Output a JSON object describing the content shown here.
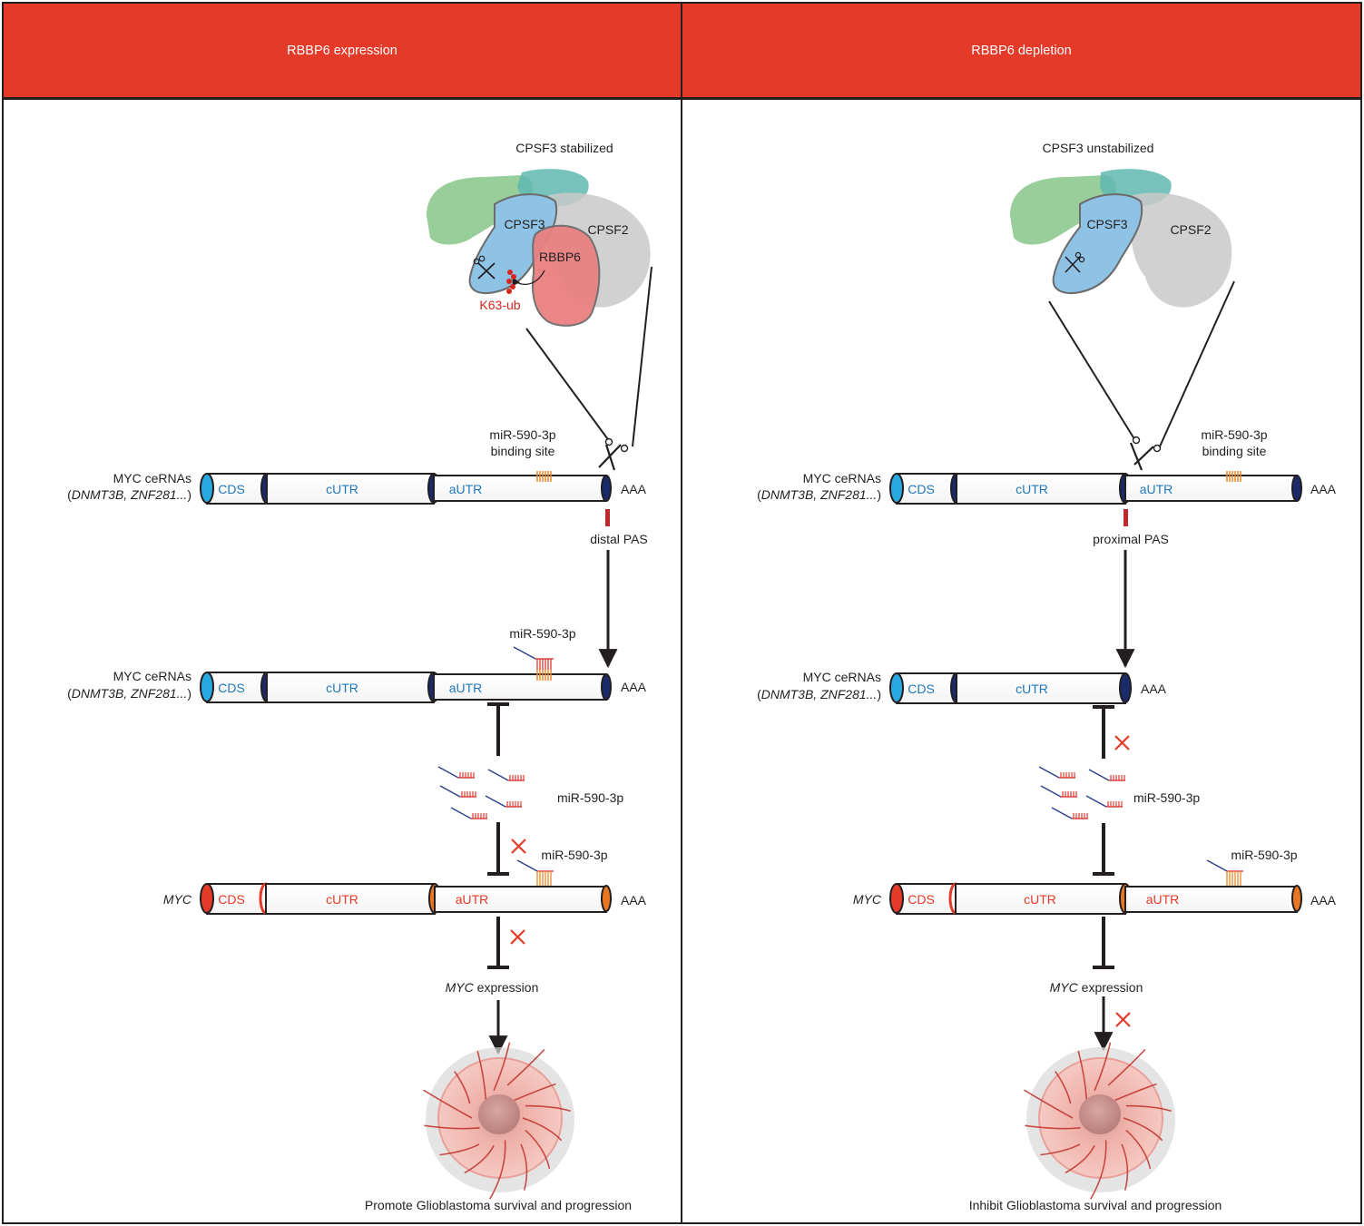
{
  "colors": {
    "header_red": "#e63a28",
    "cds_blue": "#29a9e1",
    "cap_navy": "#1b2a6b",
    "label_blue": "#1f78b8",
    "myc_red": "#e63a28",
    "cap_orange": "#e87722",
    "cpsf3_blue": "#8fc3e6",
    "cpsf2_gray": "#c9c9c9",
    "green_subunit": "#8cc98e",
    "teal_subunit": "#5fb8b0",
    "rbbp6_red": "#e98080",
    "mirna_red": "#d7261e",
    "mirna_stem": "#2b3e8c",
    "seed_orange": "#e8892a",
    "pas_red": "#c1272d",
    "tumor_pink": "#f0a7a1"
  },
  "left": {
    "header": "RBBP6 expression",
    "complex_caption": "CPSF3 stabilized",
    "labels": {
      "cpsf3": "CPSF3",
      "cpsf2": "CPSF2",
      "rbbp6": "RBBP6",
      "ub": "K63-ub"
    },
    "binding_site_line1": "miR-590-3p",
    "binding_site_line2": "binding site",
    "ce1_name": "MYC ceRNAs",
    "ce1_genes": "DNMT3B, ZNF281...",
    "ce1_cds": "CDS",
    "ce1_cutr": "cUTR",
    "ce1_autr": "aUTR",
    "ce1_aaa": "AAA",
    "pas_label": "distal PAS",
    "ce2_mirna": "miR-590-3p",
    "ce2_name": "MYC ceRNAs",
    "ce2_genes": "DNMT3B, ZNF281...",
    "ce2_cds": "CDS",
    "ce2_cutr": "cUTR",
    "ce2_autr": "aUTR",
    "ce2_aaa": "AAA",
    "pool_label": "miR-590-3p",
    "myc_mirna": "miR-590-3p",
    "myc_name": "MYC",
    "myc_cds": "CDS",
    "myc_cutr": "cUTR",
    "myc_autr": "aUTR",
    "myc_aaa": "AAA",
    "expr_italic": "MYC",
    "expr_text": " expression",
    "outcome": "Promote Glioblastoma survival and progression"
  },
  "right": {
    "header": "RBBP6 depletion",
    "complex_caption": "CPSF3 unstabilized",
    "labels": {
      "cpsf3": "CPSF3",
      "cpsf2": "CPSF2"
    },
    "binding_site_line1": "miR-590-3p",
    "binding_site_line2": "binding site",
    "ce1_name": "MYC ceRNAs",
    "ce1_genes": "DNMT3B, ZNF281...",
    "ce1_cds": "CDS",
    "ce1_cutr": "cUTR",
    "ce1_autr": "aUTR",
    "ce1_aaa": "AAA",
    "pas_label": "proximal PAS",
    "ce2_name": "MYC ceRNAs",
    "ce2_genes": "DNMT3B, ZNF281...",
    "ce2_cds": "CDS",
    "ce2_cutr": "cUTR",
    "ce2_aaa": "AAA",
    "pool_label": "miR-590-3p",
    "myc_mirna": "miR-590-3p",
    "myc_name": "MYC",
    "myc_cds": "CDS",
    "myc_cutr": "cUTR",
    "myc_autr": "aUTR",
    "myc_aaa": "AAA",
    "expr_italic": "MYC",
    "expr_text": " expression",
    "outcome": "Inhibit Glioblastoma survival and progression"
  }
}
